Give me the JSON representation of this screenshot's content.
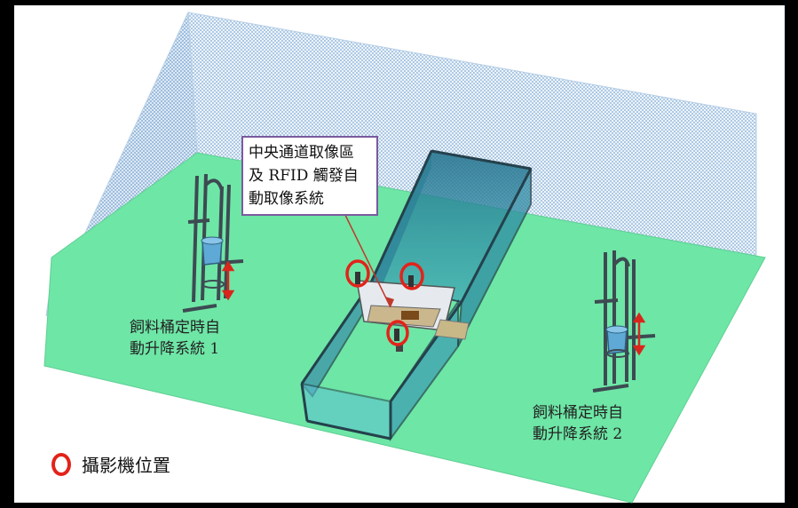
{
  "callout": {
    "line1": "中央通道取像區",
    "line2": "及 RFID 觸發自",
    "line3": "動取像系統"
  },
  "system1": {
    "line1": "飼料桶定時自",
    "line2": "動升降系統 1"
  },
  "system2": {
    "line1": "飼料桶定時自",
    "line2": "動升降系統 2"
  },
  "legend": {
    "label": "攝影機位置"
  },
  "colors": {
    "floor": "#6ee6a6",
    "mesh": "#a9c8e6",
    "camera_marker": "#e2231a",
    "callout_border": "#7a5a9e",
    "background": "#000000"
  }
}
